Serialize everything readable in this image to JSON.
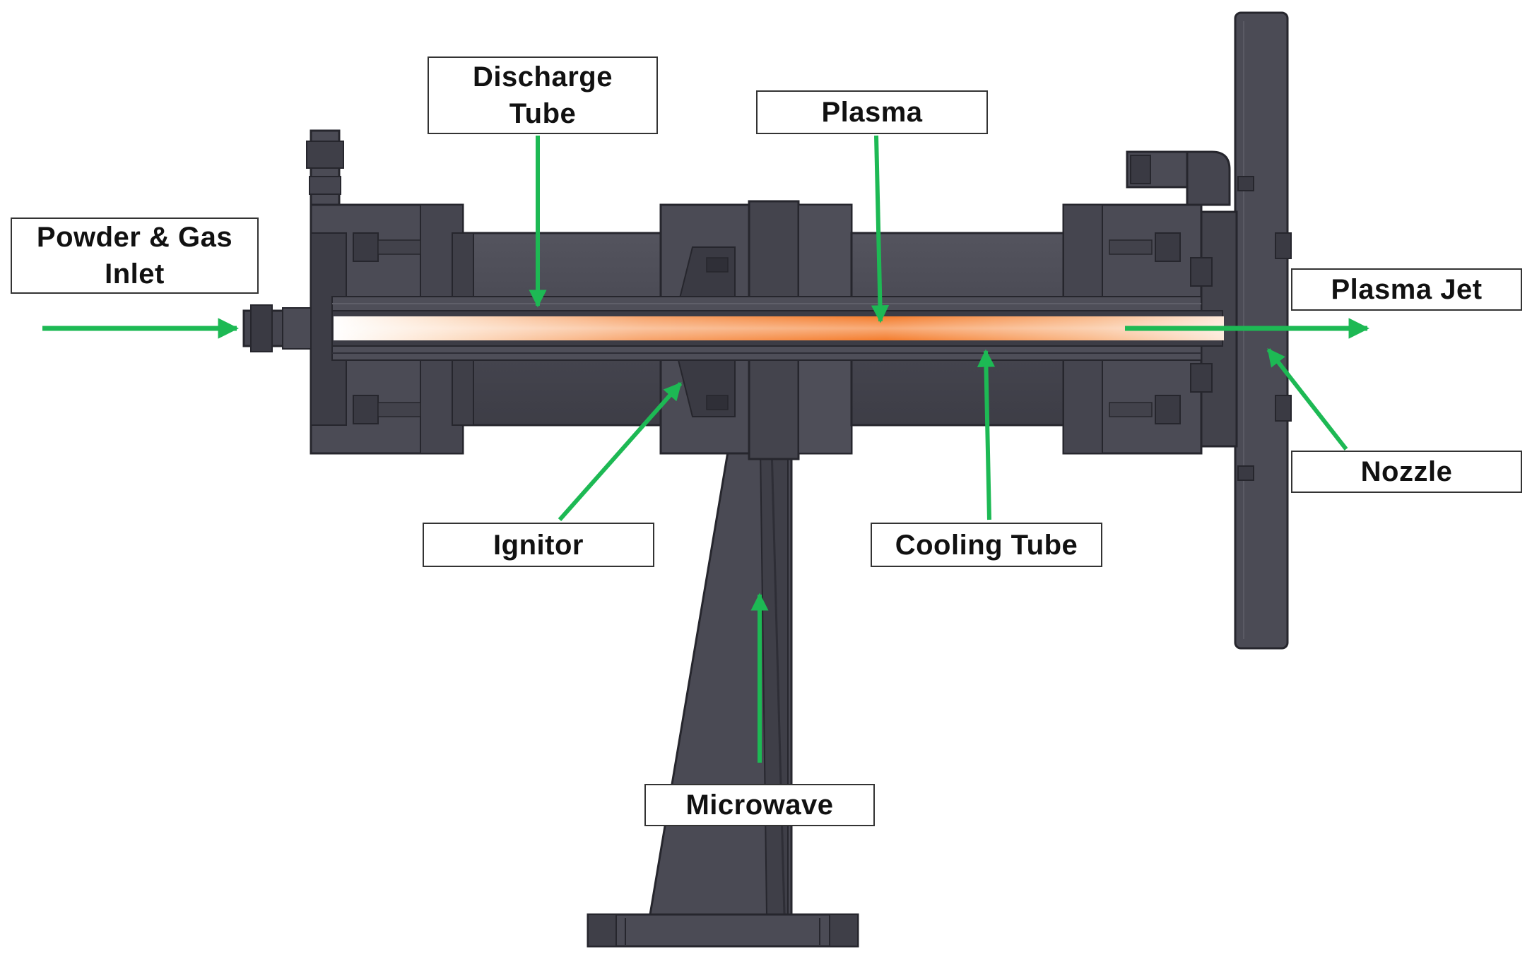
{
  "colors": {
    "metal": "#4b4b55",
    "metal_dark": "#3a3a43",
    "metal_light": "#5e5e68",
    "edge": "#26262d",
    "arrow": "#1db954",
    "plasma_core": "#ff8a3d",
    "plasma_hot": "#ffffff",
    "label_border": "#333333"
  },
  "labels": {
    "discharge_tube": "Discharge\nTube",
    "plasma": "Plasma",
    "powder_gas_inlet": "Powder  &  Gas\nInlet",
    "plasma_jet": "Plasma  Jet",
    "nozzle": "Nozzle",
    "ignitor": "Ignitor",
    "cooling_tube": "Cooling  Tube",
    "microwave": "Microwave"
  }
}
